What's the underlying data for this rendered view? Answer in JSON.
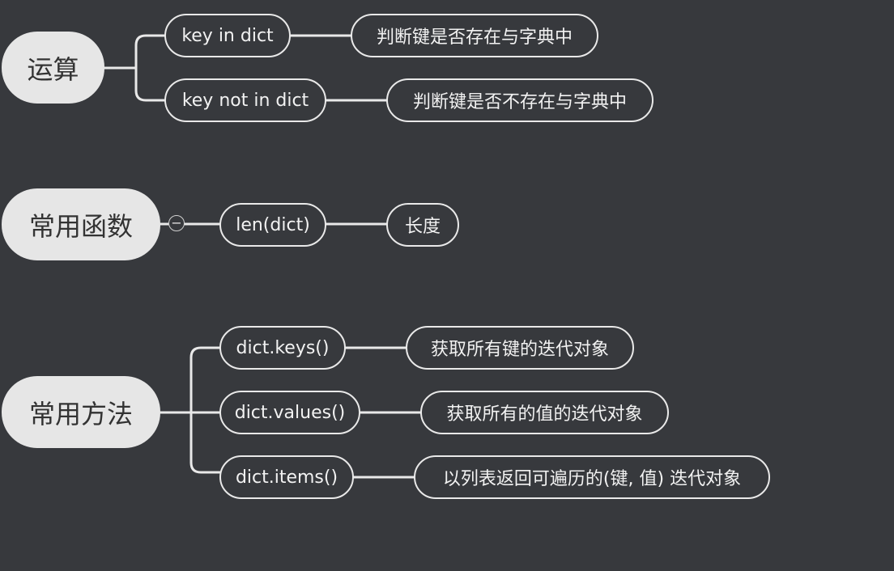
{
  "topics": [
    {
      "label": "运算",
      "children": [
        {
          "label": "key in dict",
          "desc": "判断键是否存在与字典中"
        },
        {
          "label": "key not in dict",
          "desc": "判断键是否不存在与字典中"
        }
      ]
    },
    {
      "label": "常用函数",
      "children": [
        {
          "label": "len(dict)",
          "desc": "长度"
        }
      ]
    },
    {
      "label": "常用方法",
      "children": [
        {
          "label": "dict.keys()",
          "desc": "获取所有键的迭代对象"
        },
        {
          "label": "dict.values()",
          "desc": "获取所有的值的迭代对象"
        },
        {
          "label": "dict.items()",
          "desc": "以列表返回可遍历的(键, 值) 迭代对象"
        }
      ]
    }
  ],
  "collapse_symbol": "−",
  "colors": {
    "background": "#37393d",
    "main_node": "#e6e6e6",
    "line": "#e9e9e9"
  }
}
